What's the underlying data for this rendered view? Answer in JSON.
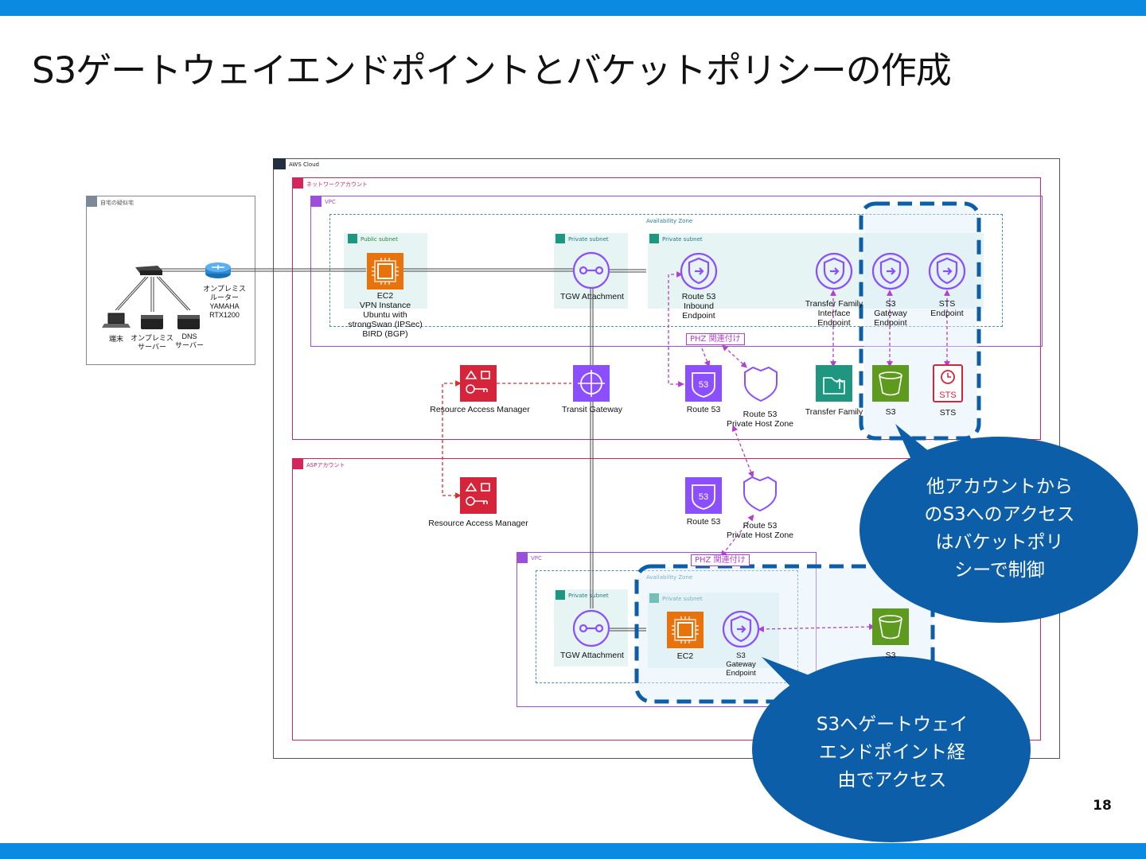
{
  "slide": {
    "title": "S3ゲートウェイエンドポイントとバケットポリシーの作成",
    "page_number": "18",
    "accent_color": "#0a8ae0"
  },
  "groups": {
    "aws_cloud": "AWS Cloud",
    "onprem": "自宅の疑似宅",
    "network_account": "ネットワークアカウント",
    "app_account": "ASPアカウント",
    "vpc_top": "VPC",
    "vpc_bottom": "VPC",
    "az_top": "Availability Zone",
    "az_bottom": "Availability Zone",
    "public_subnet": "Public subnet",
    "private_subnet_tgw": "Private subnet",
    "private_subnet_endpoints": "Private subnet",
    "private_subnet_tgw_bottom": "Private subnet",
    "private_subnet_ec2_bottom": "Private subnet"
  },
  "labels": {
    "router": [
      "オンプレミス",
      "ルーター",
      "YAMAHA",
      "RTX1200"
    ],
    "pc": [
      "端末"
    ],
    "onprem_server": [
      "オンプレミス",
      "サーバー"
    ],
    "dns_server": [
      "DNS",
      "サーバー"
    ],
    "ec2_top": [
      "EC2",
      "VPN Instance",
      "Ubuntu with",
      "strongSwan (IPSec)",
      "BIRD (BGP)"
    ],
    "tgw_attach_top": [
      "TGW Attachment"
    ],
    "r53_inbound": [
      "Route 53",
      "Inbound",
      "Endpoint"
    ],
    "tf_endpoint": [
      "Transfer Family",
      "Interface",
      "Endpoint"
    ],
    "s3_gw_top": [
      "S3",
      "Gateway",
      "Endpoint"
    ],
    "sts_endpoint": [
      "STS",
      "Endpoint"
    ],
    "ram_top": [
      "Resource Access Manager"
    ],
    "tgw": [
      "Transit Gateway"
    ],
    "r53_top": [
      "Route 53"
    ],
    "phz_top": [
      "Route 53",
      "Private Host Zone"
    ],
    "transfer_family": [
      "Transfer Family"
    ],
    "s3_top": [
      "S3"
    ],
    "sts": [
      "STS"
    ],
    "ram_bottom": [
      "Resource Access Manager"
    ],
    "r53_bottom": [
      "Route 53"
    ],
    "phz_bottom": [
      "Route 53",
      "Private Host Zone"
    ],
    "tgw_attach_bottom": [
      "TGW Attachment"
    ],
    "ec2_bottom": [
      "EC2"
    ],
    "s3_gw_bottom": [
      "S3",
      "Gateway",
      "Endpoint"
    ],
    "s3_bottom": [
      "S3"
    ]
  },
  "tags": {
    "phz_assoc_top": "PHZ 関連付け",
    "phz_assoc_bottom": "PHZ 関連付け"
  },
  "icons": {
    "sts_glyph": "STS",
    "r53_glyph": "53"
  },
  "callouts": {
    "bucket_policy": [
      "他アカウントから",
      "のS3へのアクセス",
      "はバケットポリ",
      "シーで制御"
    ],
    "gateway_access": [
      "S3へゲートウェイ",
      "エンドポイント経",
      "由でアクセス"
    ]
  },
  "colors": {
    "network_account_border": "#d6245c",
    "vpc_border": "#9c4fd8",
    "subnet_fill": "#e6f5f3",
    "ec2_orange": "#e8730d",
    "security_red": "#d6243a",
    "endpoint_purple": "#8c4fff",
    "transfer_green": "#1e9680",
    "s3_green": "#5e9a1e",
    "callout_blue": "#0d5ea8"
  }
}
